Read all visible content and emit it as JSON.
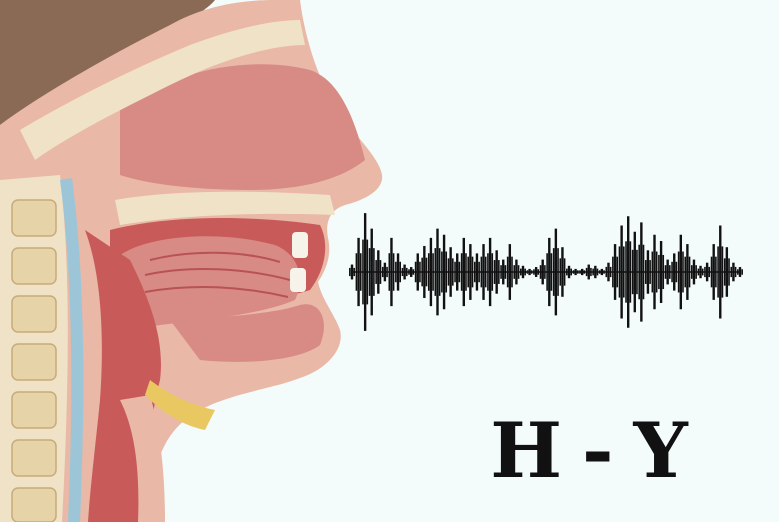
{
  "caption": {
    "left": "H",
    "separator": "-",
    "right": "Y"
  },
  "waveform": {
    "color": "#111111",
    "amplitudes": [
      0.12,
      0.55,
      0.95,
      0.7,
      0.35,
      0.15,
      0.55,
      0.3,
      0.12,
      0.08,
      0.3,
      0.42,
      0.55,
      0.7,
      0.6,
      0.4,
      0.3,
      0.55,
      0.45,
      0.3,
      0.45,
      0.55,
      0.35,
      0.2,
      0.45,
      0.2,
      0.1,
      0.05,
      0.08,
      0.2,
      0.55,
      0.7,
      0.4,
      0.1,
      0.05,
      0.05,
      0.12,
      0.1,
      0.05,
      0.15,
      0.45,
      0.75,
      0.9,
      0.65,
      0.8,
      0.35,
      0.6,
      0.5,
      0.2,
      0.3,
      0.6,
      0.45,
      0.2,
      0.1,
      0.15,
      0.45,
      0.75,
      0.4,
      0.15,
      0.08
    ]
  },
  "colors": {
    "background": "#f3fbfb",
    "skin": "#e9b8a6",
    "tissue": "#d88a84",
    "muscle": "#c85a5a",
    "bone": "#efe2c6",
    "fat": "#e9c862",
    "nerve": "#9cc6d8",
    "hair": "#8a6a55"
  }
}
